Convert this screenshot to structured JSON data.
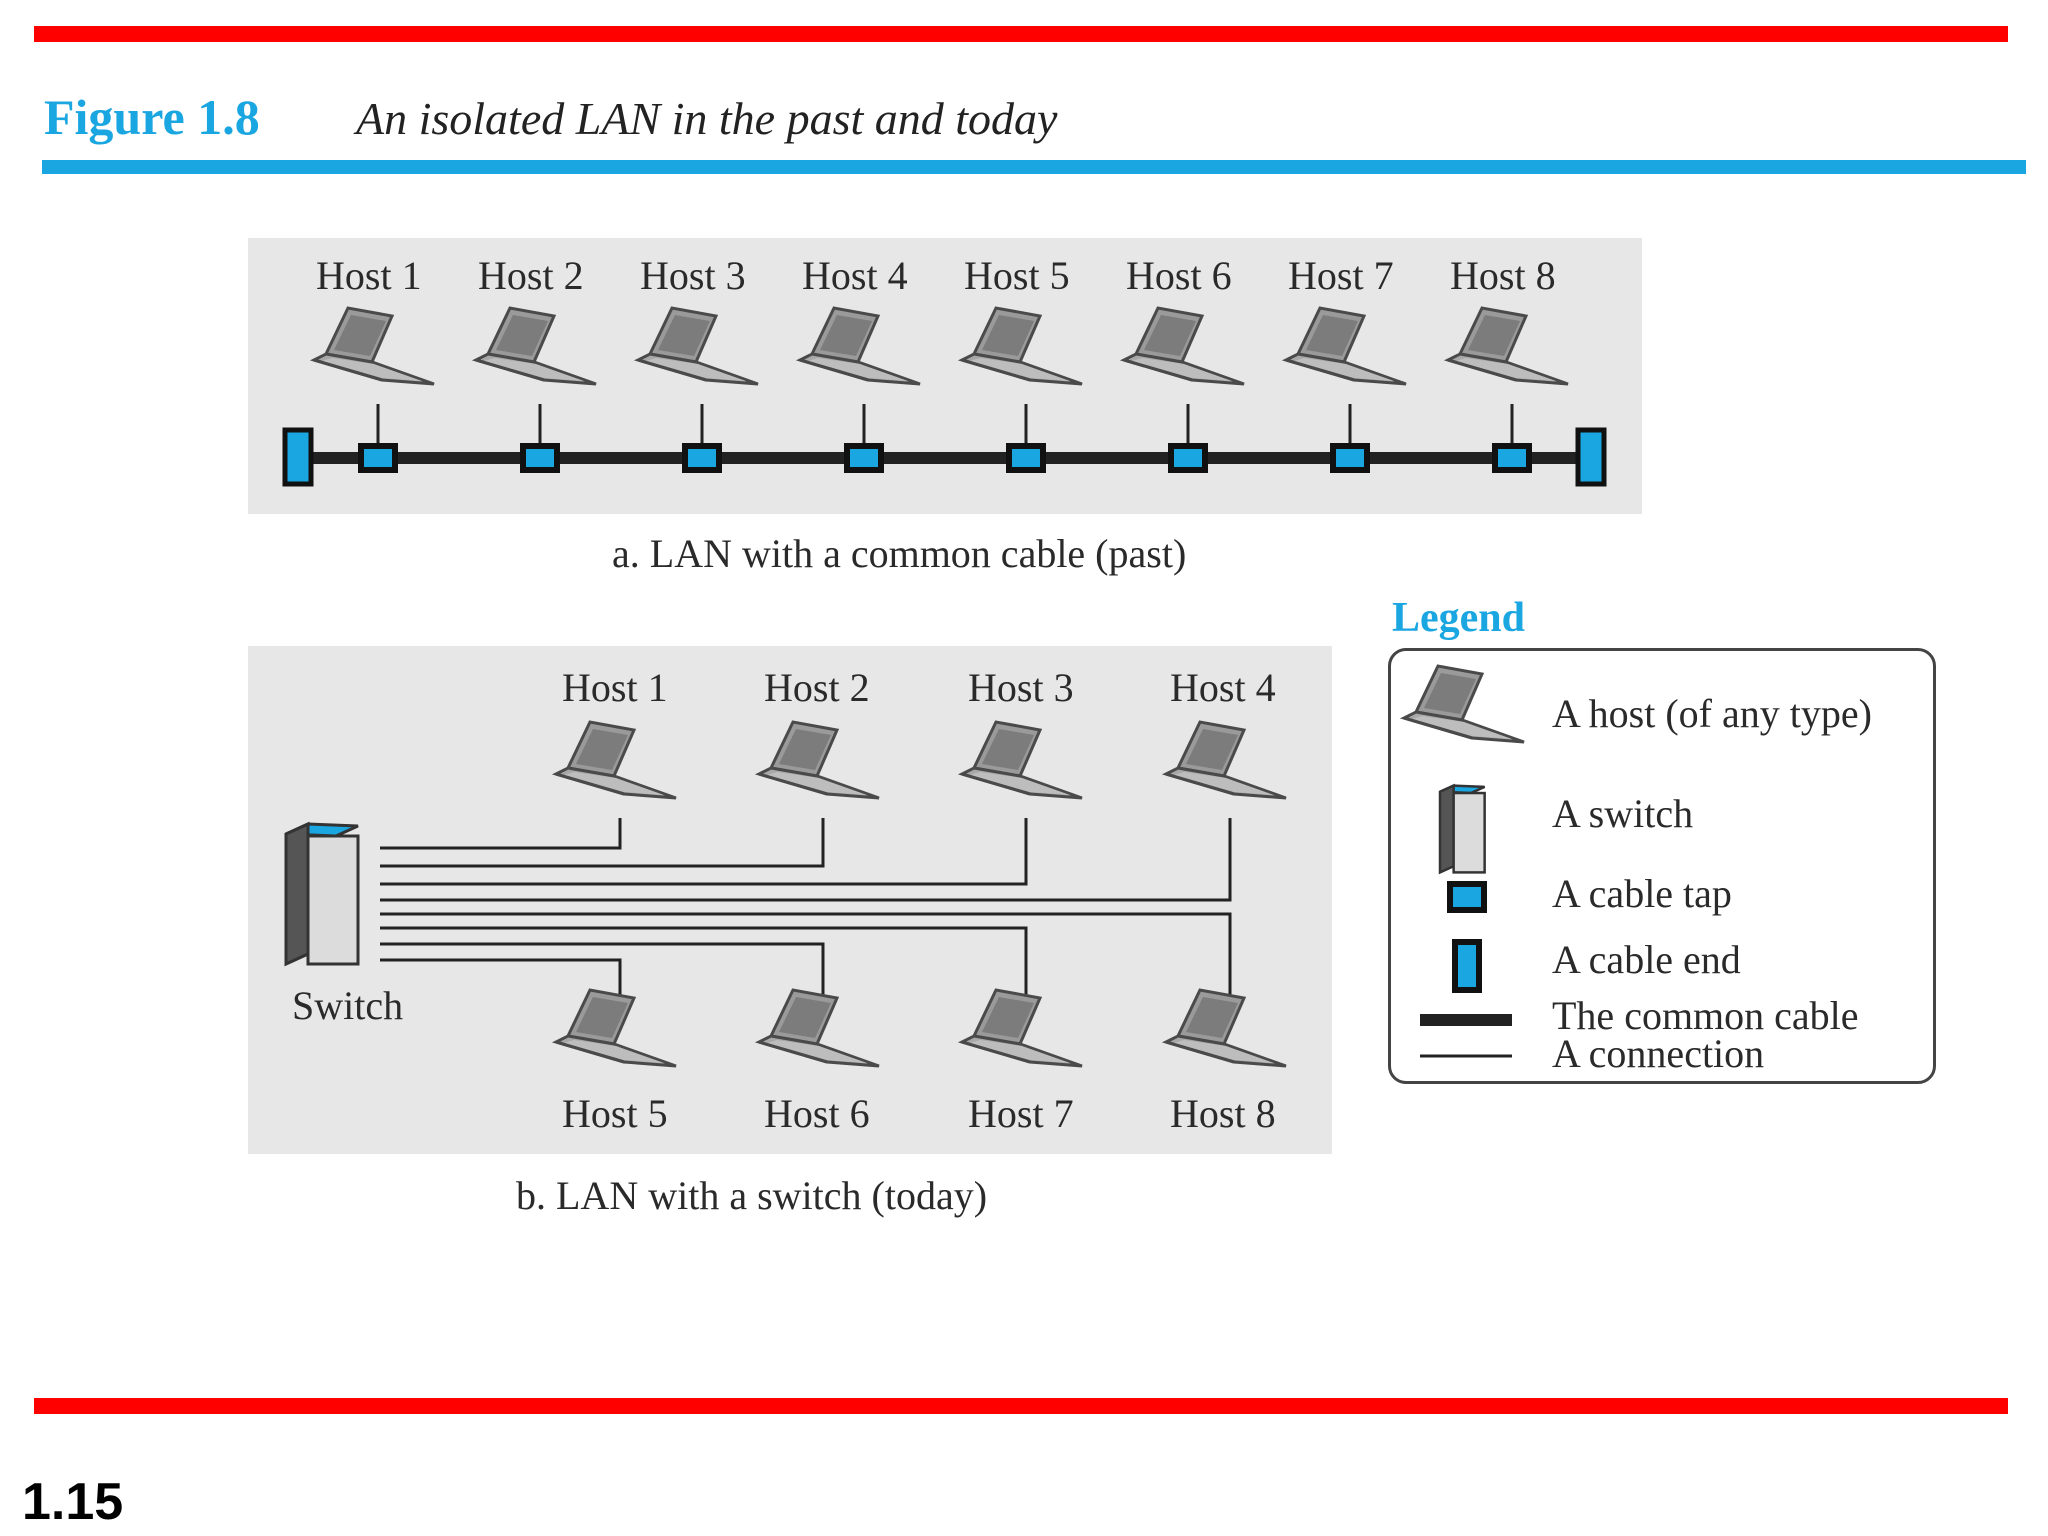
{
  "figure": {
    "number": "Figure 1.8",
    "title": "An isolated LAN in the past and today"
  },
  "panel_a": {
    "hosts": [
      "Host 1",
      "Host 2",
      "Host 3",
      "Host 4",
      "Host 5",
      "Host 6",
      "Host 7",
      "Host 8"
    ],
    "caption": "a. LAN with a common cable (past)"
  },
  "panel_b": {
    "top_hosts": [
      "Host 1",
      "Host 2",
      "Host 3",
      "Host 4"
    ],
    "bottom_hosts": [
      "Host 5",
      "Host 6",
      "Host 7",
      "Host 8"
    ],
    "switch_label": "Switch",
    "caption": "b. LAN with a switch (today)"
  },
  "legend": {
    "title": "Legend",
    "host": "A host (of any type)",
    "switch": "A switch",
    "cable_tap": "A cable tap",
    "cable_end": "A cable end",
    "common_cable": "The common cable",
    "connection": "A connection"
  },
  "slide_number": "1.15",
  "colors": {
    "rule_red": "#ff0000",
    "rule_blue": "#1aa6e0",
    "accent": "#1aa6e0",
    "panel": "#e7e7e7"
  },
  "icons": [
    "laptop-icon",
    "switch-icon",
    "cable-tap-icon",
    "cable-end-icon"
  ]
}
